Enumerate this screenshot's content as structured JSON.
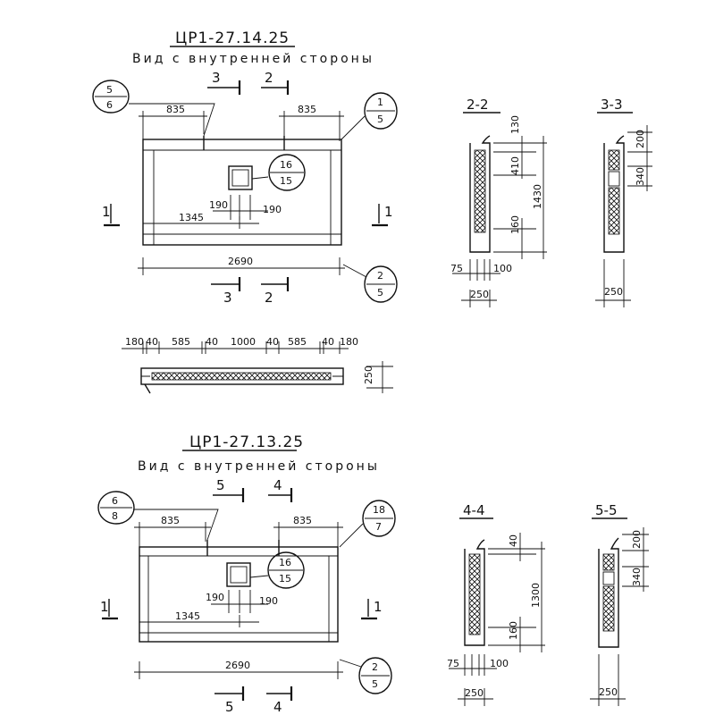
{
  "sheet1": {
    "title": "ЦР1-27.14.25",
    "subtitle": "Вид с внутренней стороны",
    "cut_top_left": "3",
    "cut_top_right": "2",
    "cut_bottom_left": "3",
    "cut_bottom_right": "2",
    "side_cut_left": "1",
    "side_cut_right": "1",
    "dim_left_top": "835",
    "dim_right_top": "835",
    "dim_opening_left": "190",
    "dim_opening_right": "190",
    "dim_1345": "1345",
    "dim_total": "2690",
    "callout_tl": {
      "top": "5",
      "bottom": "6"
    },
    "callout_tr": {
      "top": "1",
      "bottom": "5"
    },
    "callout_opening": {
      "top": "16",
      "bottom": "15"
    },
    "callout_br": {
      "top": "2",
      "bottom": "5"
    },
    "plan_dims": [
      "180",
      "40",
      "585",
      "40",
      "1000",
      "40",
      "585",
      "40",
      "180"
    ],
    "plan_thickness": "250",
    "section_2": {
      "label": "2-2",
      "d130": "130",
      "d410": "410",
      "d1430": "1430",
      "d160": "160",
      "d75": "75",
      "d100": "100",
      "d250": "250"
    },
    "section_3": {
      "label": "3-3",
      "d200": "200",
      "d340": "340",
      "d250": "250"
    }
  },
  "sheet2": {
    "title": "ЦР1-27.13.25",
    "subtitle": "Вид с внутренней стороны",
    "cut_top_left": "5",
    "cut_top_right": "4",
    "cut_bottom_left": "5",
    "cut_bottom_right": "4",
    "side_cut_left": "1",
    "side_cut_right": "1",
    "dim_left_top": "835",
    "dim_right_top": "835",
    "dim_opening_left": "190",
    "dim_opening_right": "190",
    "dim_1345": "1345",
    "dim_total": "2690",
    "callout_tl": {
      "top": "6",
      "bottom": "8"
    },
    "callout_tr": {
      "top": "18",
      "bottom": "7"
    },
    "callout_opening": {
      "top": "16",
      "bottom": "15"
    },
    "callout_br": {
      "top": "2",
      "bottom": "5"
    },
    "section_4": {
      "label": "4-4",
      "d40": "40",
      "d1300": "1300",
      "d160": "160",
      "d75": "75",
      "d100": "100",
      "d250": "250"
    },
    "section_5": {
      "label": "5-5",
      "d200": "200",
      "d340": "340",
      "d250": "250"
    }
  }
}
